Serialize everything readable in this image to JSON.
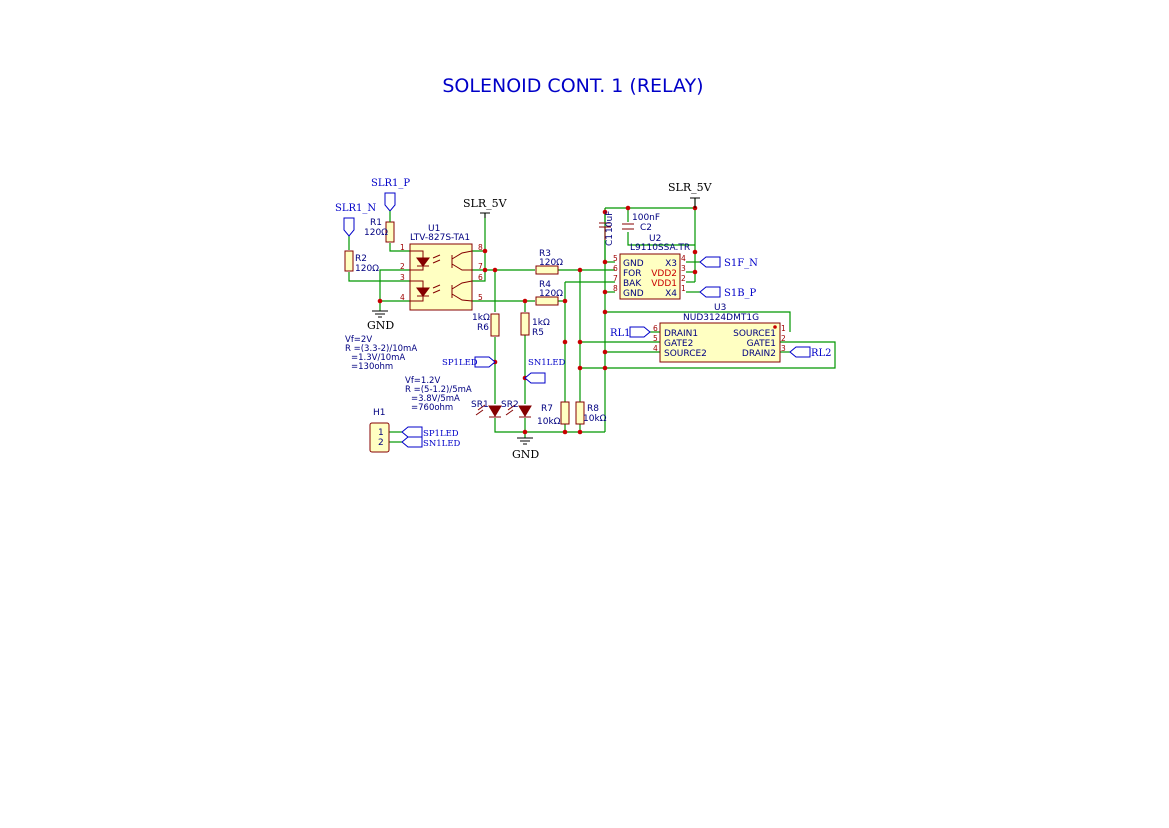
{
  "title": "SOLENOID CONT. 1 (RELAY)",
  "power": {
    "supply": "SLR_5V",
    "ground": "GND"
  },
  "components": {
    "U1": {
      "ref": "U1",
      "value": "LTV-827S-TA1",
      "pins": [
        "1",
        "2",
        "3",
        "4",
        "8",
        "7",
        "6",
        "5"
      ]
    },
    "U2": {
      "ref": "U2",
      "value": "L9110SSA.TR",
      "left_pins": [
        {
          "num": "5",
          "name": "GND"
        },
        {
          "num": "6",
          "name": "FOR"
        },
        {
          "num": "7",
          "name": "BAK"
        },
        {
          "num": "8",
          "name": "GND"
        }
      ],
      "right_pins": [
        {
          "num": "4",
          "name": "X3"
        },
        {
          "num": "3",
          "name": "VDD2"
        },
        {
          "num": "2",
          "name": "VDD1"
        },
        {
          "num": "1",
          "name": "X4"
        }
      ]
    },
    "U3": {
      "ref": "U3",
      "value": "NUD3124DMT1G",
      "left_pins": [
        {
          "num": "6",
          "name": "DRAIN1"
        },
        {
          "num": "5",
          "name": "GATE2"
        },
        {
          "num": "4",
          "name": "SOURCE2"
        }
      ],
      "right_pins": [
        {
          "num": "1",
          "name": "SOURCE1"
        },
        {
          "num": "2",
          "name": "GATE1"
        },
        {
          "num": "3",
          "name": "DRAIN2"
        }
      ]
    },
    "R1": {
      "ref": "R1",
      "value": "120Ω"
    },
    "R2": {
      "ref": "R2",
      "value": "120Ω"
    },
    "R3": {
      "ref": "R3",
      "value": "120Ω"
    },
    "R4": {
      "ref": "R4",
      "value": "120Ω"
    },
    "R5": {
      "ref": "R5",
      "value": "1kΩ"
    },
    "R6": {
      "ref": "R6",
      "value": "1kΩ"
    },
    "R7": {
      "ref": "R7",
      "value": "10kΩ"
    },
    "R8": {
      "ref": "R8",
      "value": "10kΩ"
    },
    "C1": {
      "ref": "C1",
      "value": "10uF"
    },
    "C2": {
      "ref": "C2",
      "value": "100nF"
    },
    "SR1": {
      "ref": "SR1"
    },
    "SR2": {
      "ref": "SR2"
    },
    "H1": {
      "ref": "H1",
      "pins": [
        "1",
        "2"
      ]
    }
  },
  "labels": {
    "slr1_p": "SLR1_P",
    "slr1_n": "SLR1_N",
    "s1f_n": "S1F_N",
    "s1b_p": "S1B_P",
    "rl1": "RL1",
    "rl2": "RL2",
    "sp1led": "SP1LED",
    "sn1led": "SN1LED"
  },
  "notes": {
    "note1": [
      "Vf=2V",
      "R =(3.3-2)/10mA",
      "=1.3V/10mA",
      "=130ohm"
    ],
    "note2": [
      "Vf=1.2V",
      "R =(5-1.2)/5mA",
      "=3.8V/5mA",
      "=760ohm"
    ]
  }
}
